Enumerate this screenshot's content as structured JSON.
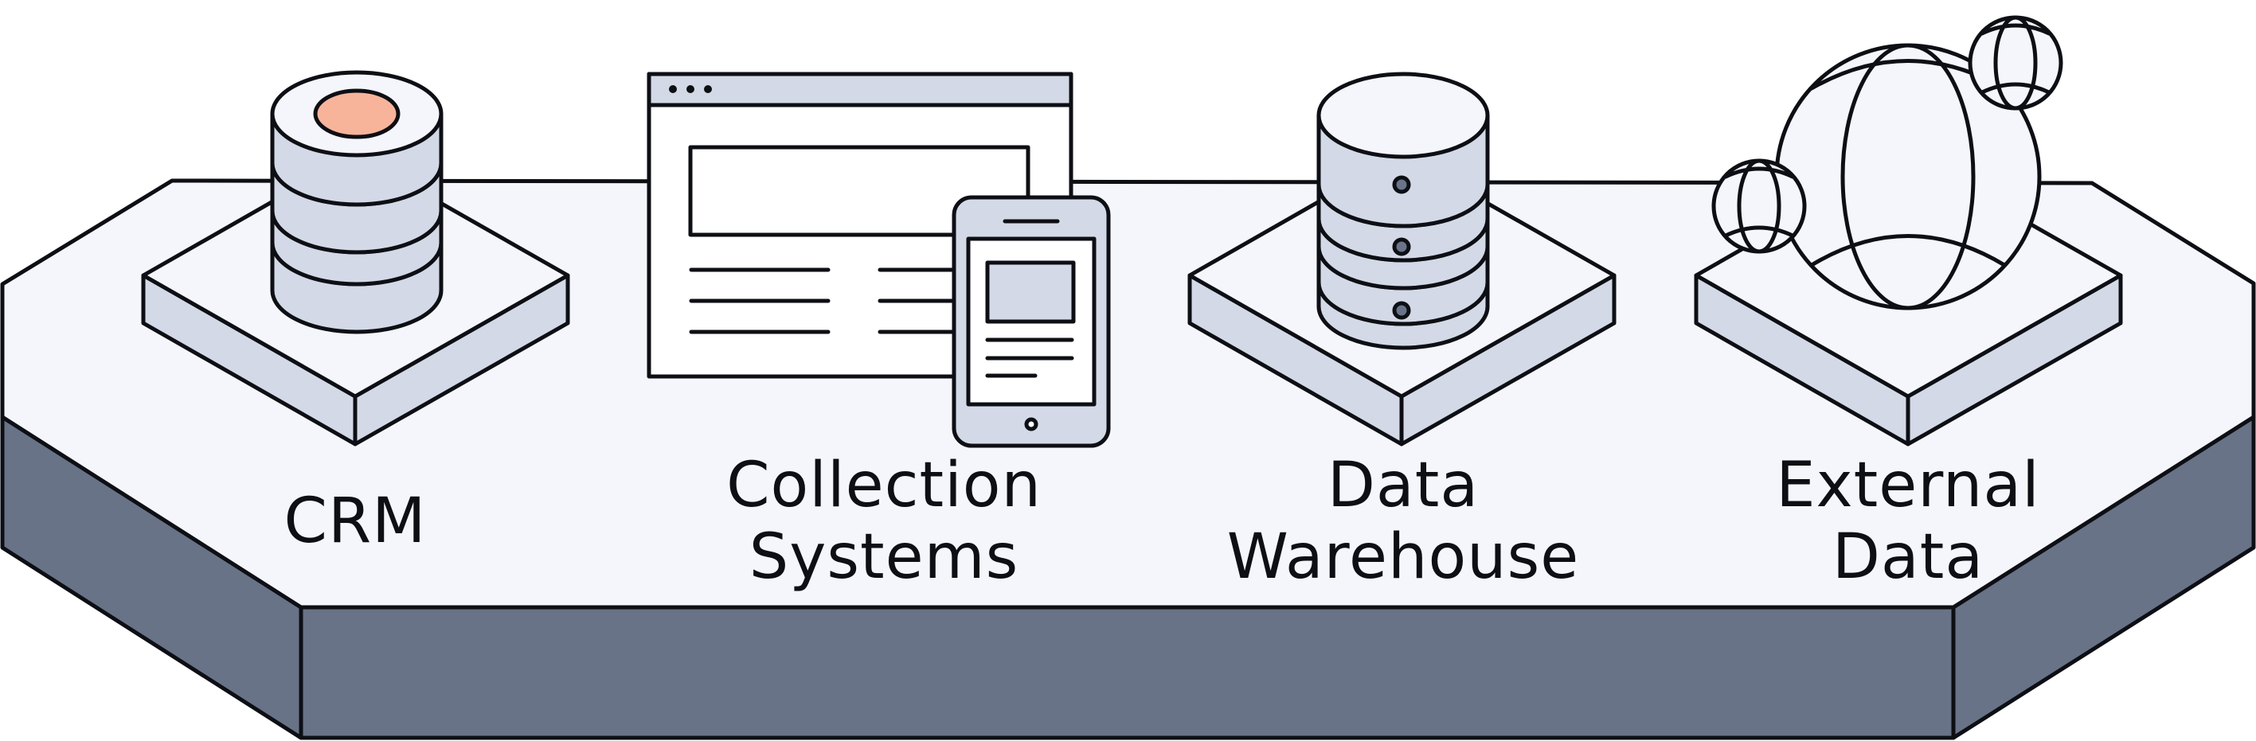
{
  "colors": {
    "outline": "#0d0f14",
    "platform_top": "#f4f6fb",
    "platform_side": "#687387",
    "block": "#d3d9e6",
    "disk_dark": "#6a7488",
    "accent_salmon": "#f8b49a",
    "screen": "#ffffff"
  },
  "nodes": [
    {
      "id": "crm",
      "label_lines": [
        "CRM"
      ],
      "icon": "database-icon"
    },
    {
      "id": "collection",
      "label_lines": [
        "Collection",
        "Systems"
      ],
      "icon": "browser-window-icon"
    },
    {
      "id": "warehouse",
      "label_lines": [
        "Data",
        "Warehouse"
      ],
      "icon": "database-stack-icon"
    },
    {
      "id": "external",
      "label_lines": [
        "External",
        "Data"
      ],
      "icon": "globe-icon"
    }
  ]
}
